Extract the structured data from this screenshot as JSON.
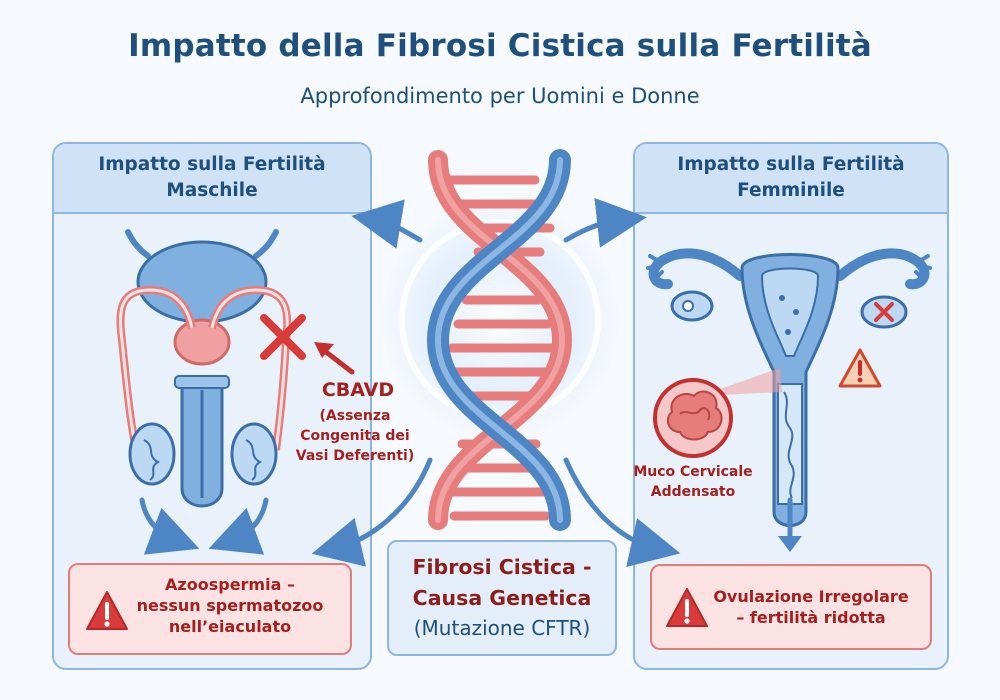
{
  "header": {
    "title": "Impatto della Fibrosi Cistica sulla Fertilità",
    "subtitle": "Approfondimento per Uomini e Donne"
  },
  "male_panel": {
    "heading": "Impatto sulla Fertilità\nMaschile",
    "blockage_label": "CBAVD",
    "blockage_description": "(Assenza\nCongenita dei\nVasi Deferenti)",
    "outcome": "Azoospermia –\nnessun spermatozoo\nnell’eiaculato"
  },
  "center": {
    "title": "Fibrosi Cistica -\nCausa Genetica",
    "subtitle": "(Mutazione CFTR)"
  },
  "female_panel": {
    "heading": "Impatto sulla Fertilità\nFemminile",
    "mucus_label": "Muco Cervicale\nAddensato",
    "outcome": "Ovulazione Irregolare\n– fertilità ridotta"
  },
  "colors": {
    "title": "#1f4f7d",
    "panel_bg": "#e9f2fb",
    "panel_border": "#8fb6de",
    "dna_blue": "#4e86c5",
    "dna_red": "#e77c7c",
    "warning_red": "#a51f1f",
    "warning_bg": "#fbe3e3"
  },
  "icons": [
    "dna-helix-icon",
    "warning-triangle-icon",
    "blocked-x-icon",
    "mucus-magnifier-icon"
  ]
}
